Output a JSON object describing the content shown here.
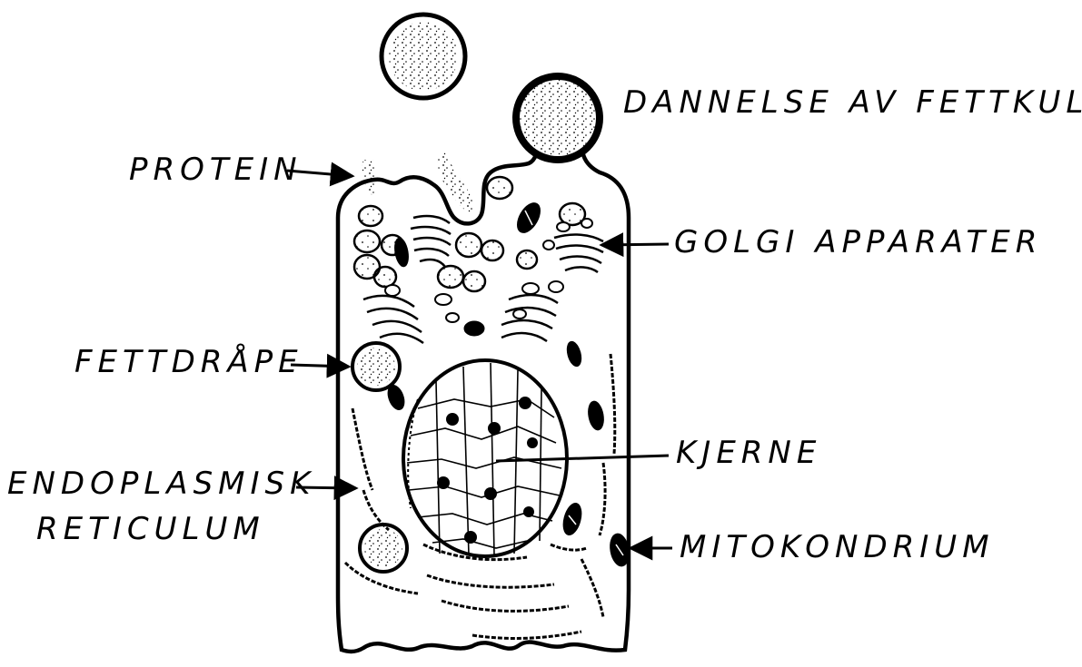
{
  "labels": {
    "fat_globule_formation": "DANNELSE AV FETTKULE",
    "protein": "PROTEIN",
    "golgi": "GOLGI APPARATER",
    "fat_droplet": "FETTDRÅPE",
    "nucleus": "KJERNE",
    "er_line1": "ENDOPLASMISK",
    "er_line2": "RETICULUM",
    "mitochondrion": "MITOKONDRIUM"
  },
  "colors": {
    "ink": "#000000",
    "paper": "#ffffff"
  }
}
